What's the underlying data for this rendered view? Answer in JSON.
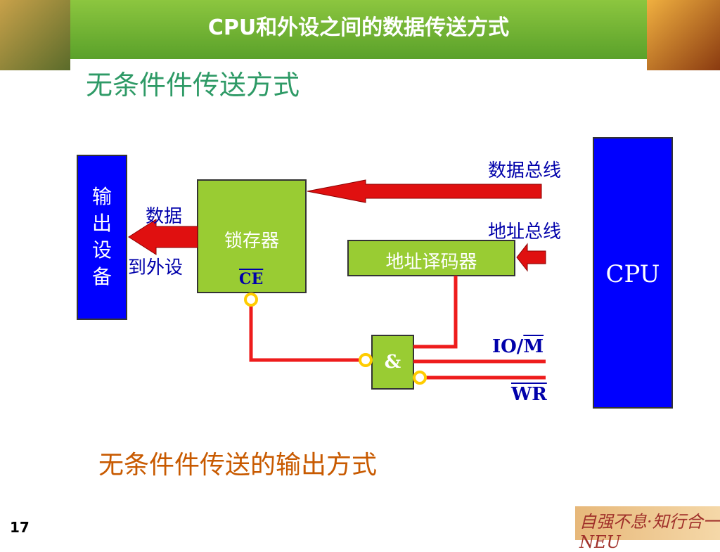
{
  "slide_title": "CPU和外设之间的数据传送方式",
  "section_heading": "无条件件传送方式",
  "caption": "无条件件传送的输出方式",
  "page_number": "17",
  "footer_logo_text": "自强不息·知行合一 NEU",
  "diagram": {
    "output_device": {
      "chars": [
        "输",
        "出",
        "设",
        "备"
      ]
    },
    "latch": {
      "label": "锁存器",
      "ce": "CE"
    },
    "decoder": {
      "label": "地址译码器"
    },
    "and_gate": {
      "label": "&"
    },
    "cpu": {
      "label": "CPU"
    },
    "labels": {
      "data_bus": "数据总线",
      "address_bus": "地址总线",
      "data": "数据",
      "to_peripheral": "到外设",
      "io_m_prefix": "IO/",
      "io_m_bar": "M",
      "wr": "WR"
    }
  },
  "colors": {
    "output_box": "#0000ff",
    "cpu_box": "#0000ff",
    "latch_box": "#99cc33",
    "decoder_box": "#99cc33",
    "and_box": "#99cc33",
    "wire": "#ee1c1c",
    "arrow": "#e01010",
    "bubble": "#ffcc00",
    "title_band": "#6aa92f",
    "heading": "#2e9a66",
    "caption": "#c85a00",
    "label_text": "#0000aa"
  }
}
